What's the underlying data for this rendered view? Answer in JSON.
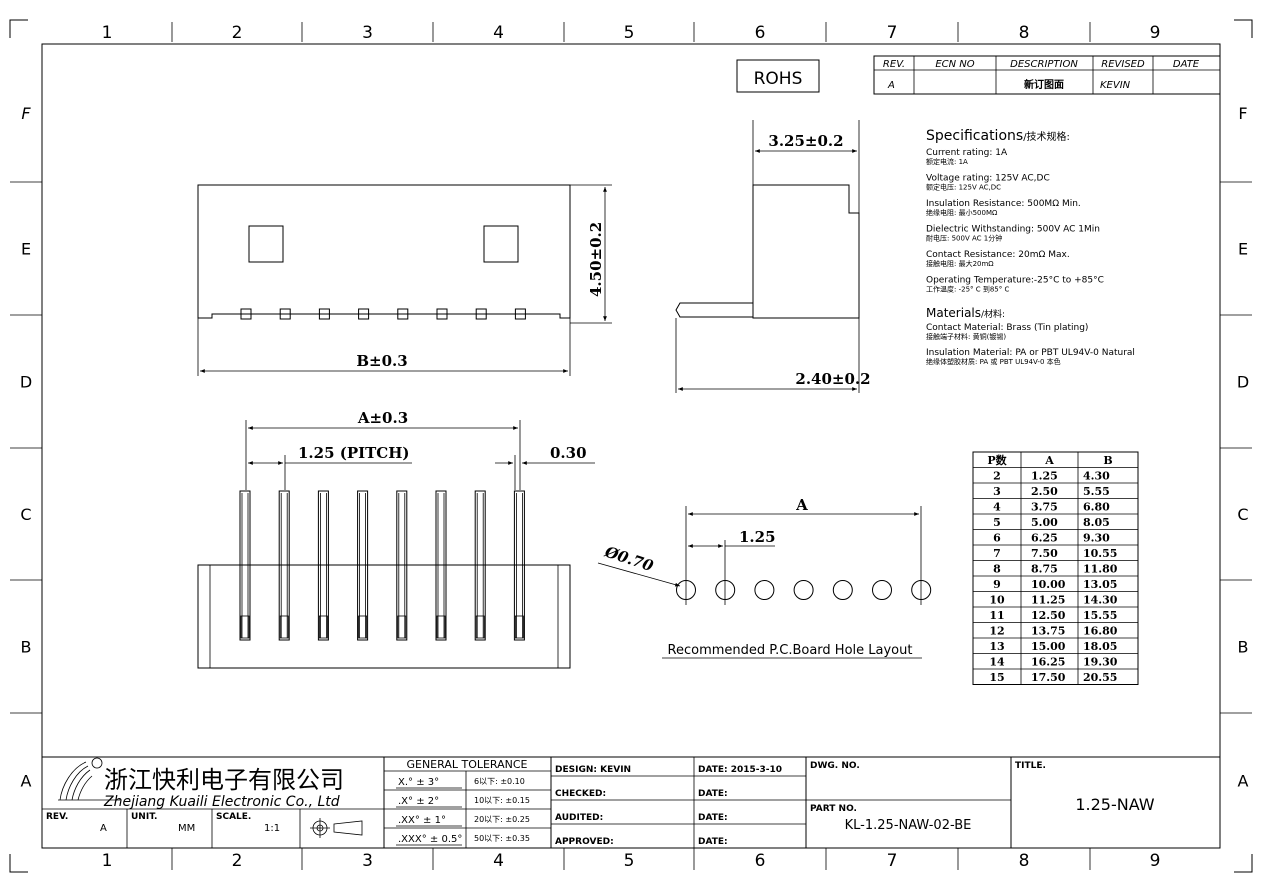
{
  "border": {
    "columns": [
      "1",
      "2",
      "3",
      "4",
      "5",
      "6",
      "7",
      "8",
      "9"
    ],
    "rows": [
      "F",
      "E",
      "D",
      "C",
      "B",
      "A"
    ]
  },
  "rohs": "ROHS",
  "revision_table": {
    "headers": [
      "REV.",
      "ECN NO",
      "DESCRIPTION",
      "REVISED",
      "DATE"
    ],
    "row": [
      "A",
      "",
      "新订图面",
      "KEVIN",
      ""
    ]
  },
  "specifications": {
    "title": "Specifications",
    "title_cn": "/技术规格:",
    "items": [
      {
        "en": "Current rating: 1A",
        "cn": "额定电流: 1A"
      },
      {
        "en": "Voltage rating: 125V AC,DC",
        "cn": "额定电压: 125V AC,DC"
      },
      {
        "en": "Insulation Resistance: 500MΩ Min.",
        "cn": "绝缘电阻: 最小500MΩ"
      },
      {
        "en": "Dielectric Withstanding:  500V AC  1Min",
        "cn": "耐电压: 500V AC 1分钟"
      },
      {
        "en": "Contact Resistance:  20mΩ Max.",
        "cn": "接触电阻: 最大20mΩ"
      },
      {
        "en": "Operating Temperature:-25°C to +85°C",
        "cn": "工作温度: -25° C 到85° C"
      }
    ]
  },
  "materials": {
    "title": "Materials",
    "title_cn": "/材料:",
    "items": [
      {
        "en": "Contact Material: Brass (Tin plating)",
        "cn": "接触端子材料: 黄铜(镀锡)"
      },
      {
        "en": "Insulation Material: PA or PBT UL94V-0 Natural",
        "cn": "绝缘体塑胶材质: PA 或 PBT UL94V-0 本色"
      }
    ]
  },
  "dimensions": {
    "height": "4.50±0.2",
    "b_width": "B±0.3",
    "side_top": "3.25±0.2",
    "side_bottom": "2.40±0.2",
    "a_width": "A±0.3",
    "pitch": "1.25 (PITCH)",
    "pin_width": "0.30",
    "pcb_a": "A",
    "pcb_pitch": "1.25",
    "hole_dia": "Ø0.70",
    "pcb_caption": "Recommended P.C.Board Hole Layout"
  },
  "pin_table": {
    "headers": [
      "P数",
      "A",
      "B"
    ],
    "rows": [
      [
        "2",
        "1.25",
        "4.30"
      ],
      [
        "3",
        "2.50",
        "5.55"
      ],
      [
        "4",
        "3.75",
        "6.80"
      ],
      [
        "5",
        "5.00",
        "8.05"
      ],
      [
        "6",
        "6.25",
        "9.30"
      ],
      [
        "7",
        "7.50",
        "10.55"
      ],
      [
        "8",
        "8.75",
        "11.80"
      ],
      [
        "9",
        "10.00",
        "13.05"
      ],
      [
        "10",
        "11.25",
        "14.30"
      ],
      [
        "11",
        "12.50",
        "15.55"
      ],
      [
        "12",
        "13.75",
        "16.80"
      ],
      [
        "13",
        "15.00",
        "18.05"
      ],
      [
        "14",
        "16.25",
        "19.30"
      ],
      [
        "15",
        "17.50",
        "20.55"
      ]
    ]
  },
  "title_block": {
    "company_cn": "浙江快利电子有限公司",
    "company_en": "Zhejiang Kuaili Electronic Co., Ltd",
    "rev_label": "REV.",
    "rev_value": "A",
    "unit_label": "UNIT.",
    "unit_value": "MM",
    "scale_label": "SCALE.",
    "scale_value": "1:1",
    "tolerance_title": "GENERAL TOLERANCE",
    "tolerances": [
      {
        "angle": "X.° ± 3°",
        "linear": "6以下: ±0.10"
      },
      {
        "angle": ".X° ± 2°",
        "linear": "10以下: ±0.15"
      },
      {
        "angle": ".XX° ± 1°",
        "linear": "20以下: ±0.25"
      },
      {
        "angle": ".XXX° ± 0.5°",
        "linear": "50以下: ±0.35"
      }
    ],
    "roles": [
      "DESIGN: KEVIN",
      "CHECKED:",
      "AUDITED:",
      "APPROVED:"
    ],
    "dates": [
      "DATE: 2015-3-10",
      "DATE:",
      "DATE:",
      "DATE:"
    ],
    "dwg_no_label": "DWG. NO.",
    "part_no_label": "PART NO.",
    "part_no": "KL-1.25-NAW-02-BE",
    "title_label": "TITLE.",
    "title": "1.25-NAW"
  }
}
